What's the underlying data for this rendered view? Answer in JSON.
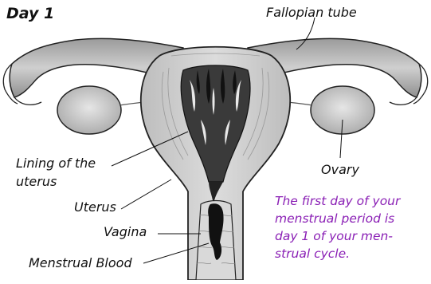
{
  "title": "Day 1",
  "labels": {
    "fallopian_tube": "Fallopian tube",
    "lining": [
      "Lining of the",
      "uterus"
    ],
    "ovary": "Ovary",
    "uterus": "Uterus",
    "vagina": "Vagina",
    "menstrual_blood": "Menstrual Blood"
  },
  "note": {
    "lines": [
      "The first day of your",
      "menstrual period is",
      "day 1 of your men-",
      "strual cycle."
    ],
    "color": "#8a1fb5"
  },
  "colors": {
    "tissue": "#c9c9c9",
    "tissue_light": "#e2e2e2",
    "outline": "#222222",
    "blood": "#111111"
  }
}
